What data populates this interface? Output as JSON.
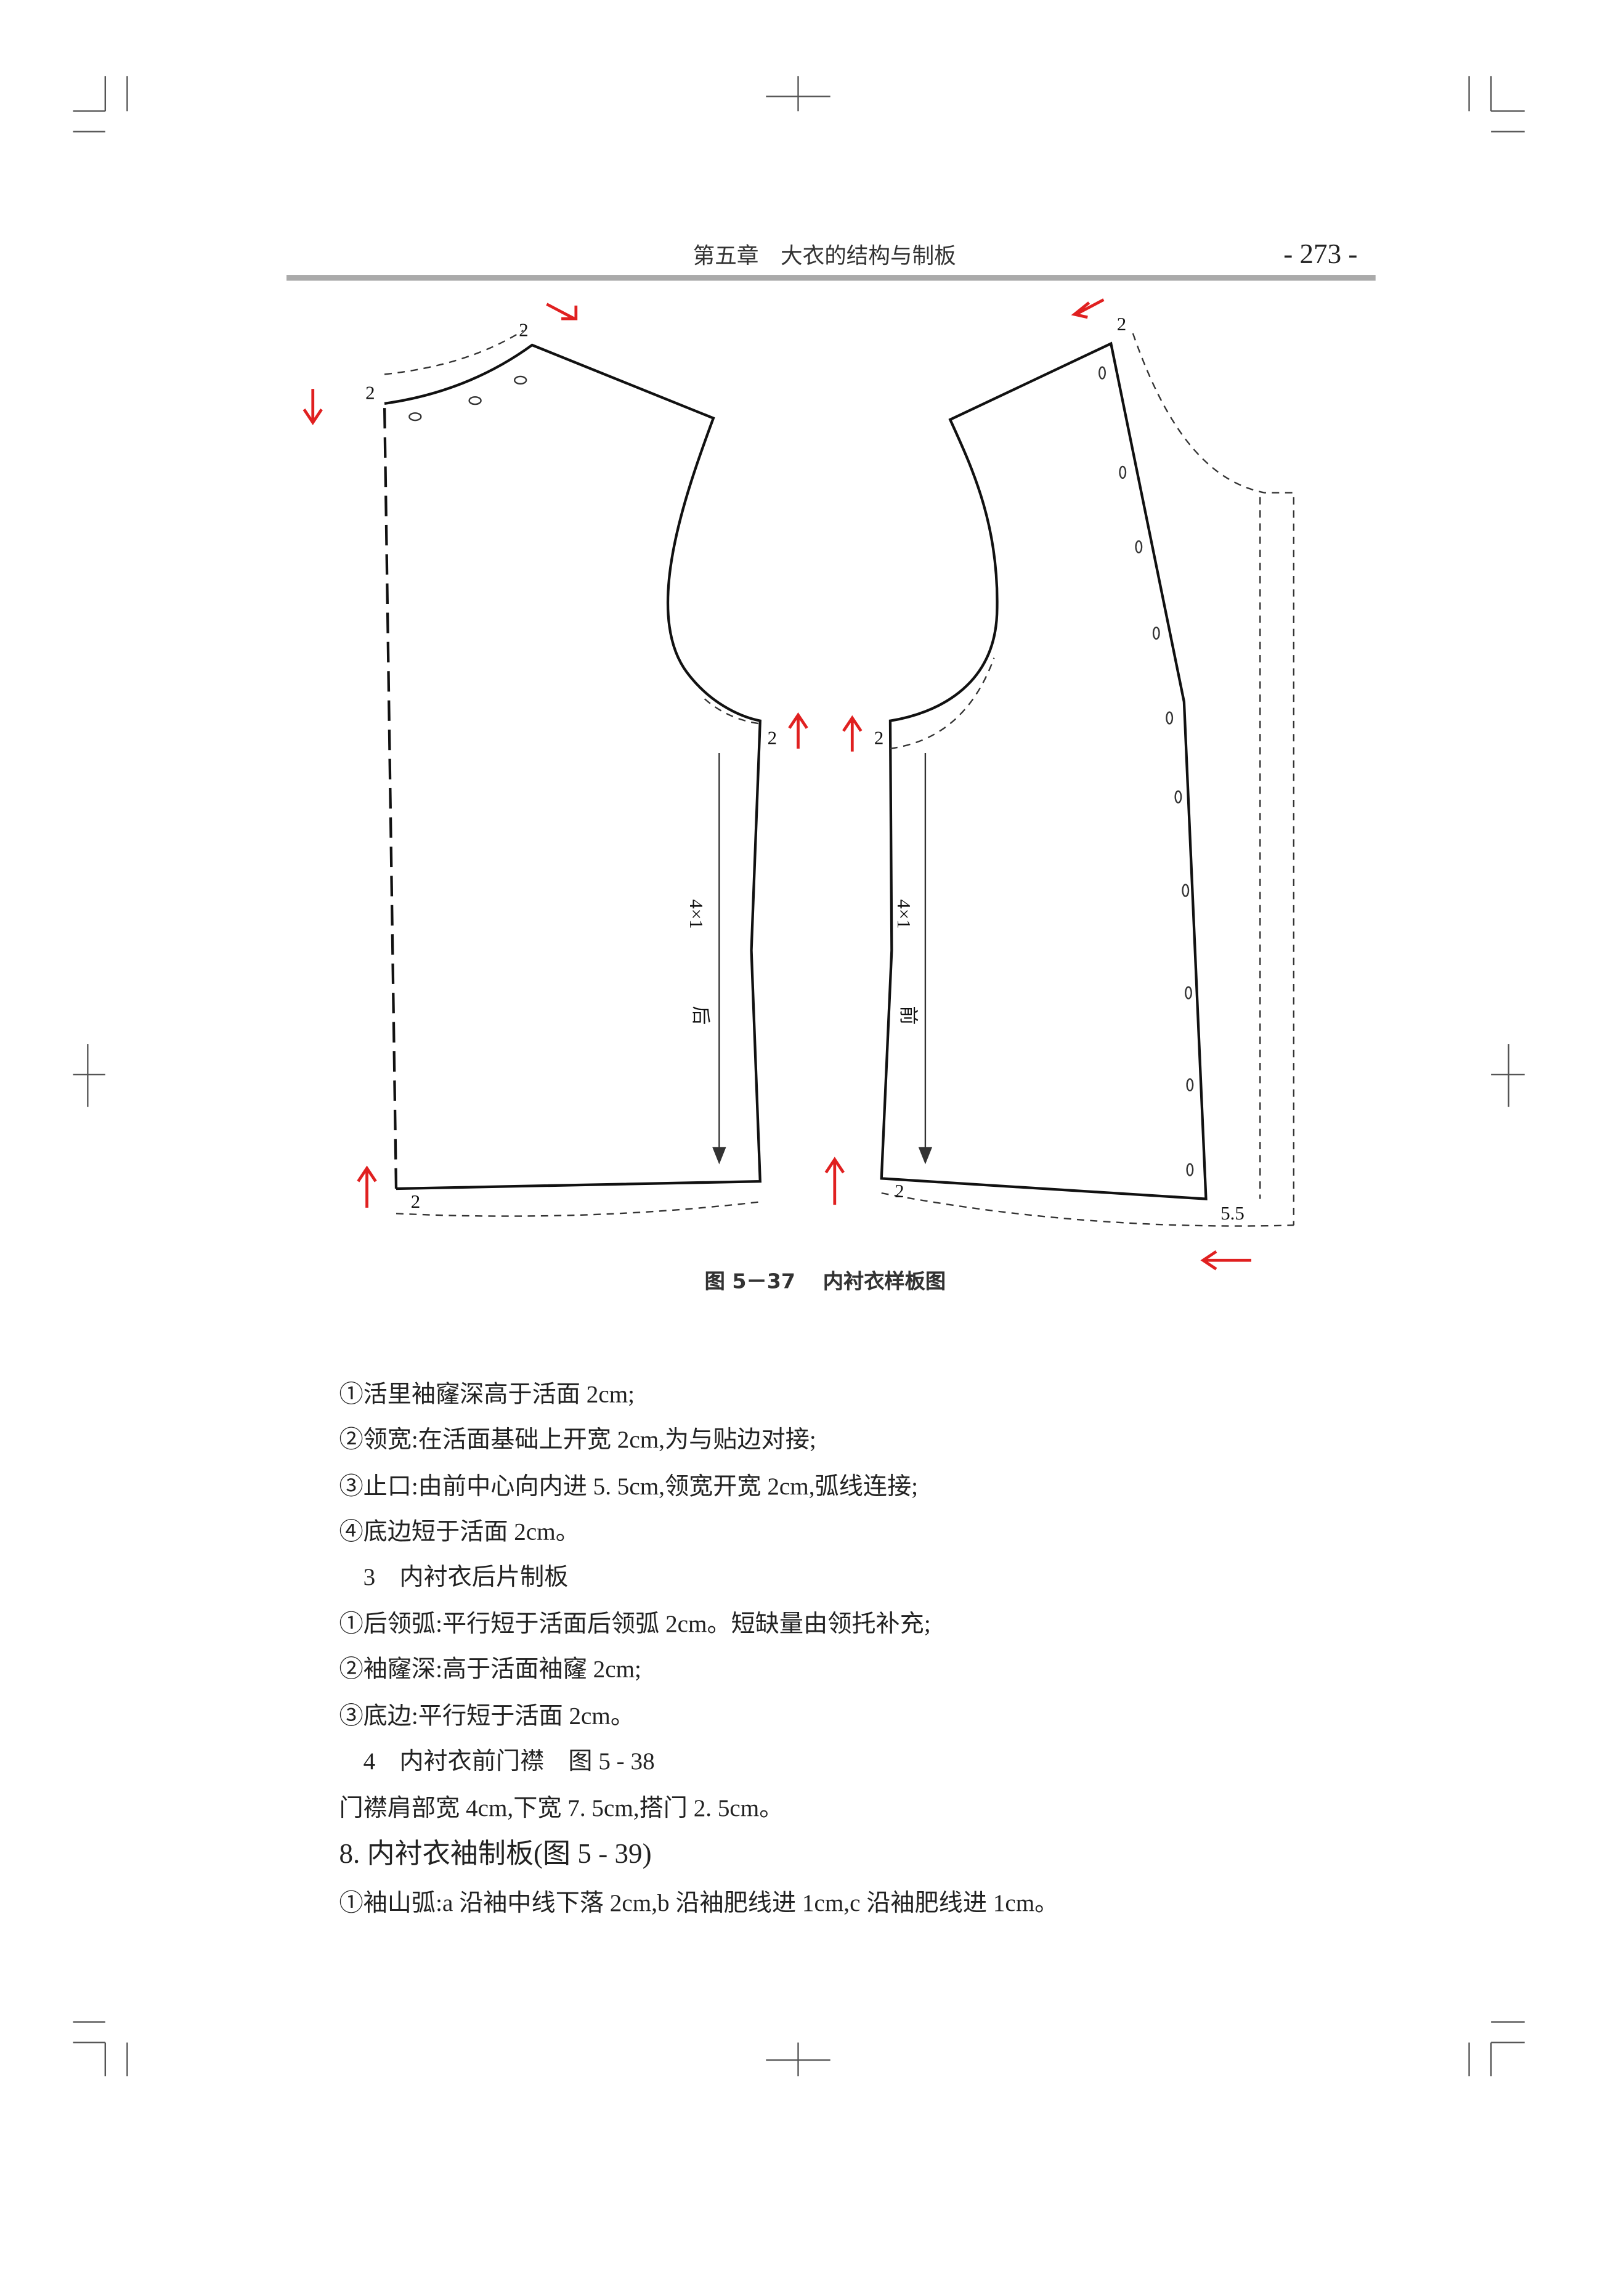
{
  "header": {
    "chapter_title": "第五章　大衣的结构与制板",
    "page_number": "- 273 -"
  },
  "figure": {
    "caption": "图 5－37　 内衬衣样板图",
    "back_labels": {
      "neck_2": "2",
      "shoulder_2": "2",
      "armhole_2": "2",
      "hem_2": "2",
      "grain_ratio": "4×1",
      "piece_name": "后"
    },
    "front_labels": {
      "neck_2": "2",
      "armhole_2": "2",
      "hem_2": "2",
      "placket": "5.5",
      "grain_ratio": "4×1",
      "piece_name": "前"
    },
    "accent_color": "#e02020"
  },
  "body": {
    "lines": [
      "①活里袖窿深高于活面 2cm;",
      "②领宽:在活面基础上开宽 2cm,为与贴边对接;",
      "③止口:由前中心向内进 5. 5cm,领宽开宽 2cm,弧线连接;",
      "④底边短于活面 2cm。",
      "　3　内衬衣后片制板",
      "①后领弧:平行短于活面后领弧 2cm。短缺量由领托补充;",
      "②袖窿深:高于活面袖窿 2cm;",
      "③底边:平行短于活面 2cm。",
      "　4　内衬衣前门襟　图 5 - 38",
      "门襟肩部宽 4cm,下宽 7. 5cm,搭门 2. 5cm。",
      "8. 内衬衣袖制板(图 5 - 39)",
      "①袖山弧:a 沿袖中线下落 2cm,b 沿袖肥线进 1cm,c 沿袖肥线进 1cm。"
    ]
  }
}
